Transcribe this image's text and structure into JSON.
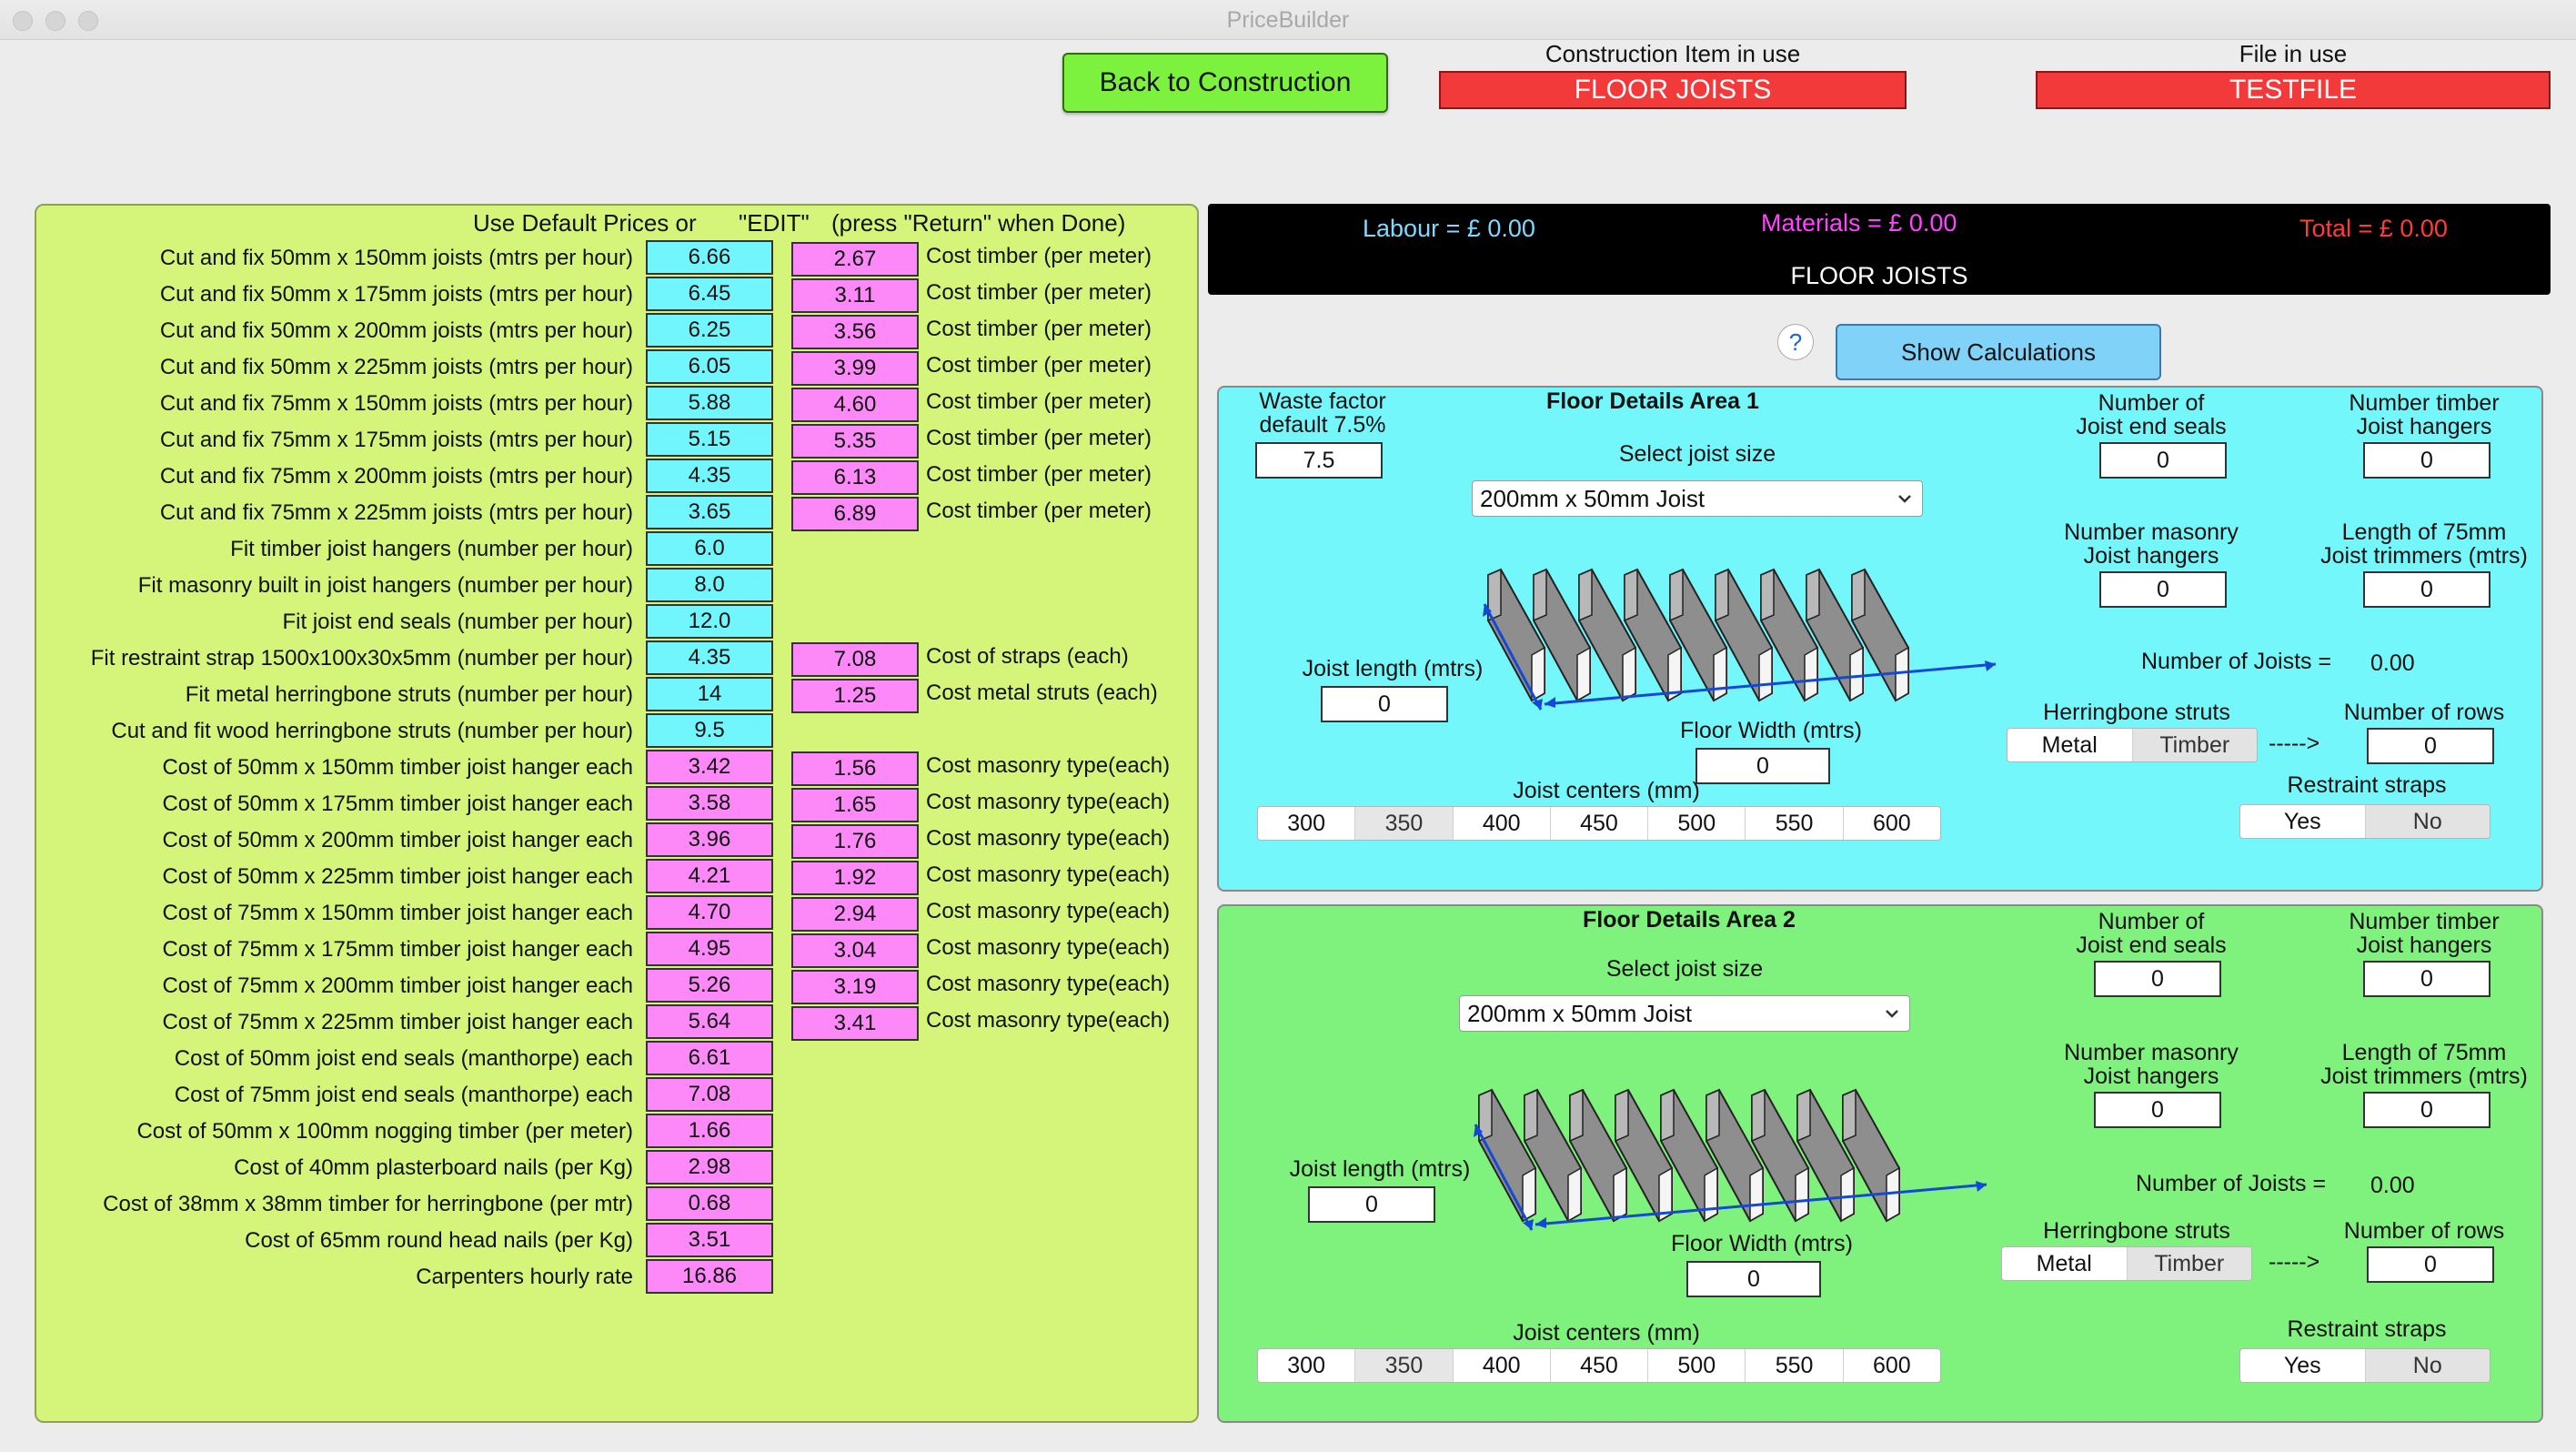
{
  "window": {
    "title": "PriceBuilder"
  },
  "header": {
    "back_button": "Back to Construction",
    "construction_label": "Construction Item in use",
    "construction_value": "FLOOR JOISTS",
    "file_label": "File in use",
    "file_value": "TESTFILE"
  },
  "left_panel": {
    "header_default": "Use Default Prices or",
    "header_edit": "\"EDIT\"",
    "header_return": "(press \"Return\" when Done)",
    "rows": [
      {
        "label": "Cut and fix 50mm x 150mm joists (mtrs per hour)",
        "value": "6.66",
        "kind": "cyan",
        "cost": "2.67",
        "desc": "Cost timber (per meter)"
      },
      {
        "label": "Cut and fix 50mm x 175mm joists (mtrs per hour)",
        "value": "6.45",
        "kind": "cyan",
        "cost": "3.11",
        "desc": "Cost timber (per meter)"
      },
      {
        "label": "Cut and fix 50mm x 200mm joists (mtrs per hour)",
        "value": "6.25",
        "kind": "cyan",
        "cost": "3.56",
        "desc": "Cost timber (per meter)"
      },
      {
        "label": "Cut and fix 50mm x 225mm joists (mtrs per hour)",
        "value": "6.05",
        "kind": "cyan",
        "cost": "3.99",
        "desc": "Cost timber (per meter)"
      },
      {
        "label": "Cut and fix 75mm x 150mm joists (mtrs per hour)",
        "value": "5.88",
        "kind": "cyan",
        "cost": "4.60",
        "desc": "Cost timber (per meter)"
      },
      {
        "label": "Cut and fix 75mm x 175mm joists (mtrs per hour)",
        "value": "5.15",
        "kind": "cyan",
        "cost": "5.35",
        "desc": "Cost timber (per meter)"
      },
      {
        "label": "Cut and fix 75mm x 200mm joists (mtrs per hour)",
        "value": "4.35",
        "kind": "cyan",
        "cost": "6.13",
        "desc": "Cost timber (per meter)"
      },
      {
        "label": "Cut and fix 75mm x 225mm joists (mtrs per hour)",
        "value": "3.65",
        "kind": "cyan",
        "cost": "6.89",
        "desc": "Cost timber (per meter)"
      },
      {
        "label": "Fit timber joist hangers (number per hour)",
        "value": "6.0",
        "kind": "cyan",
        "cost": "",
        "desc": ""
      },
      {
        "label": "Fit masonry built in joist hangers (number per hour)",
        "value": "8.0",
        "kind": "cyan",
        "cost": "",
        "desc": ""
      },
      {
        "label": "Fit joist end seals (number per hour)",
        "value": "12.0",
        "kind": "cyan",
        "cost": "",
        "desc": ""
      },
      {
        "label": "Fit restraint strap 1500x100x30x5mm (number per hour)",
        "value": "4.35",
        "kind": "cyan",
        "cost": "7.08",
        "desc": "Cost of straps (each)"
      },
      {
        "label": "Fit metal herringbone struts (number per hour)",
        "value": "14",
        "kind": "cyan",
        "cost": "1.25",
        "desc": "Cost metal struts (each)"
      },
      {
        "label": "Cut and fit wood herringbone struts (number per hour)",
        "value": "9.5",
        "kind": "cyan",
        "cost": "",
        "desc": ""
      },
      {
        "label": "Cost of 50mm x 150mm timber joist hanger each",
        "value": "3.42",
        "kind": "pink",
        "cost": "1.56",
        "desc": "Cost masonry type(each)"
      },
      {
        "label": "Cost of 50mm x 175mm timber joist hanger each",
        "value": "3.58",
        "kind": "pink",
        "cost": "1.65",
        "desc": "Cost masonry type(each)"
      },
      {
        "label": "Cost of 50mm x 200mm timber joist hanger each",
        "value": "3.96",
        "kind": "pink",
        "cost": "1.76",
        "desc": "Cost masonry type(each)"
      },
      {
        "label": "Cost of 50mm x 225mm timber joist hanger each",
        "value": "4.21",
        "kind": "pink",
        "cost": "1.92",
        "desc": "Cost masonry type(each)"
      },
      {
        "label": "Cost of 75mm x 150mm timber joist hanger each",
        "value": "4.70",
        "kind": "pink",
        "cost": "2.94",
        "desc": "Cost masonry type(each)"
      },
      {
        "label": "Cost of 75mm x 175mm timber joist hanger each",
        "value": "4.95",
        "kind": "pink",
        "cost": "3.04",
        "desc": "Cost masonry type(each)"
      },
      {
        "label": "Cost of 75mm x 200mm timber joist hanger each",
        "value": "5.26",
        "kind": "pink",
        "cost": "3.19",
        "desc": "Cost masonry type(each)"
      },
      {
        "label": "Cost of 75mm x 225mm timber joist hanger each",
        "value": "5.64",
        "kind": "pink",
        "cost": "3.41",
        "desc": "Cost masonry type(each)"
      },
      {
        "label": "Cost of 50mm joist end seals (manthorpe) each",
        "value": "6.61",
        "kind": "pink",
        "cost": "",
        "desc": ""
      },
      {
        "label": "Cost of 75mm joist end seals (manthorpe) each",
        "value": "7.08",
        "kind": "pink",
        "cost": "",
        "desc": ""
      },
      {
        "label": "Cost of 50mm x 100mm nogging timber (per meter)",
        "value": "1.66",
        "kind": "pink",
        "cost": "",
        "desc": ""
      },
      {
        "label": "Cost of 40mm plasterboard nails (per Kg)",
        "value": "2.98",
        "kind": "pink",
        "cost": "",
        "desc": ""
      },
      {
        "label": "Cost of 38mm x 38mm timber for herringbone (per mtr)",
        "value": "0.68",
        "kind": "pink",
        "cost": "",
        "desc": ""
      },
      {
        "label": "Cost of 65mm round head nails (per Kg)",
        "value": "3.51",
        "kind": "pink",
        "cost": "",
        "desc": ""
      },
      {
        "label": "Carpenters hourly rate",
        "value": "16.86",
        "kind": "pink",
        "cost": "",
        "desc": ""
      }
    ]
  },
  "totals": {
    "labour": "Labour = £  0.00",
    "materials": "Materials = £ 0.00",
    "total": "Total = £  0.00",
    "item": "FLOOR JOISTS",
    "colors": {
      "labour": "#7fd8ff",
      "materials": "#ff44ff",
      "total": "#ff3b3b"
    }
  },
  "help_icon": "?",
  "show_calculations": "Show Calculations",
  "area1": {
    "title": "Floor Details Area 1",
    "waste_label_1": "Waste factor",
    "waste_label_2": "default 7.5%",
    "waste_value": "7.5",
    "select_label": "Select joist size",
    "joist_size": "200mm x 50mm Joist",
    "joist_length_label": "Joist length (mtrs)",
    "joist_length": "0",
    "floor_width_label": "Floor Width (mtrs)",
    "floor_width": "0",
    "centers_label": "Joist centers (mm)",
    "centers": [
      "300",
      "350",
      "400",
      "450",
      "500",
      "550",
      "600"
    ],
    "centers_selected": "350",
    "end_seals_label_1": "Number of",
    "end_seals_label_2": "Joist end seals",
    "end_seals": "0",
    "timber_hangers_label_1": "Number timber",
    "timber_hangers_label_2": "Joist hangers",
    "timber_hangers": "0",
    "masonry_label_1": "Number masonry",
    "masonry_label_2": "Joist hangers",
    "masonry": "0",
    "trimmers_label_1": "Length of 75mm",
    "trimmers_label_2": "Joist trimmers (mtrs)",
    "trimmers": "0",
    "num_joists_label": "Number of Joists =",
    "num_joists": "0.00",
    "herringbone_label": "Herringbone struts",
    "herringbone": [
      "Metal",
      "Timber"
    ],
    "arrow": "----->",
    "rows_label": "Number of rows",
    "rows": "0",
    "straps_label": "Restraint straps",
    "straps": [
      "Yes",
      "No"
    ]
  },
  "area2": {
    "title": "Floor Details Area 2",
    "select_label": "Select joist size",
    "joist_size": "200mm x 50mm Joist",
    "joist_length_label": "Joist length (mtrs)",
    "joist_length": "0",
    "floor_width_label": "Floor Width (mtrs)",
    "floor_width": "0",
    "centers_label": "Joist centers (mm)",
    "centers": [
      "300",
      "350",
      "400",
      "450",
      "500",
      "550",
      "600"
    ],
    "centers_selected": "350",
    "end_seals_label_1": "Number of",
    "end_seals_label_2": "Joist end seals",
    "end_seals": "0",
    "timber_hangers_label_1": "Number timber",
    "timber_hangers_label_2": "Joist hangers",
    "timber_hangers": "0",
    "masonry_label_1": "Number masonry",
    "masonry_label_2": "Joist hangers",
    "masonry": "0",
    "trimmers_label_1": "Length of 75mm",
    "trimmers_label_2": "Joist trimmers (mtrs)",
    "trimmers": "0",
    "num_joists_label": "Number of Joists =",
    "num_joists": "0.00",
    "herringbone_label": "Herringbone struts",
    "herringbone": [
      "Metal",
      "Timber"
    ],
    "arrow": "----->",
    "rows_label": "Number of rows",
    "rows": "0",
    "straps_label": "Restraint straps",
    "straps": [
      "Yes",
      "No"
    ]
  }
}
